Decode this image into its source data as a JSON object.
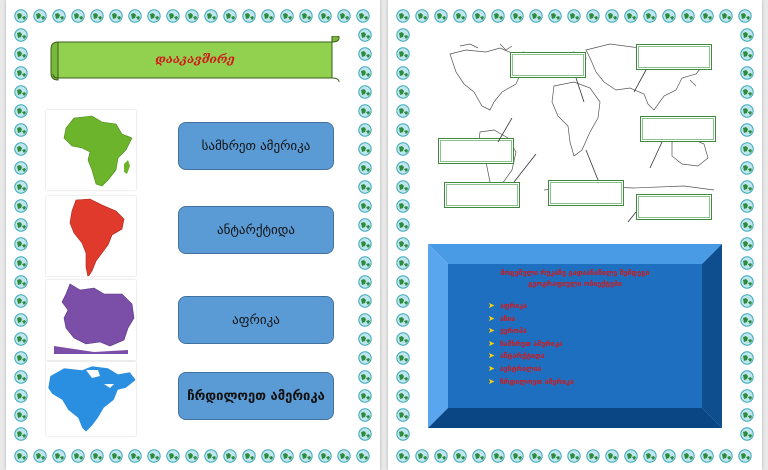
{
  "left_page": {
    "banner_title": "დააკავშირე",
    "continent_names": [
      "სამხრეთ ამერიკა",
      "ანტარქტიდა",
      "აფრიკა",
      "ჩრდილოეთ ამერიკა"
    ],
    "maps": [
      {
        "icon": "africa-map-icon",
        "color": "#6cb42c"
      },
      {
        "icon": "south-america-map-icon",
        "color": "#e03a2c"
      },
      {
        "icon": "antarctica-map-icon",
        "color": "#7b4ea7"
      },
      {
        "icon": "north-america-map-icon",
        "color": "#2a8fe0"
      }
    ]
  },
  "right_page": {
    "instruction": "მოცემული რუკაზე გადაანაწილე შემდეგი გეოგრაფიული ობიექტები",
    "items": [
      "აფრიკა",
      "აზია",
      "ევროპა",
      "სამხრეთ ამერიკა",
      "ანტარქტიდა",
      "ავსტრალია",
      "ჩრდილოეთ ამერიკა"
    ]
  },
  "colors": {
    "banner_green": "#92d050",
    "button_blue": "#5b9bd5",
    "bevel_blue": "#1f6fc0",
    "text_red": "#d0191b",
    "border_globe": "#3aa8b8"
  }
}
